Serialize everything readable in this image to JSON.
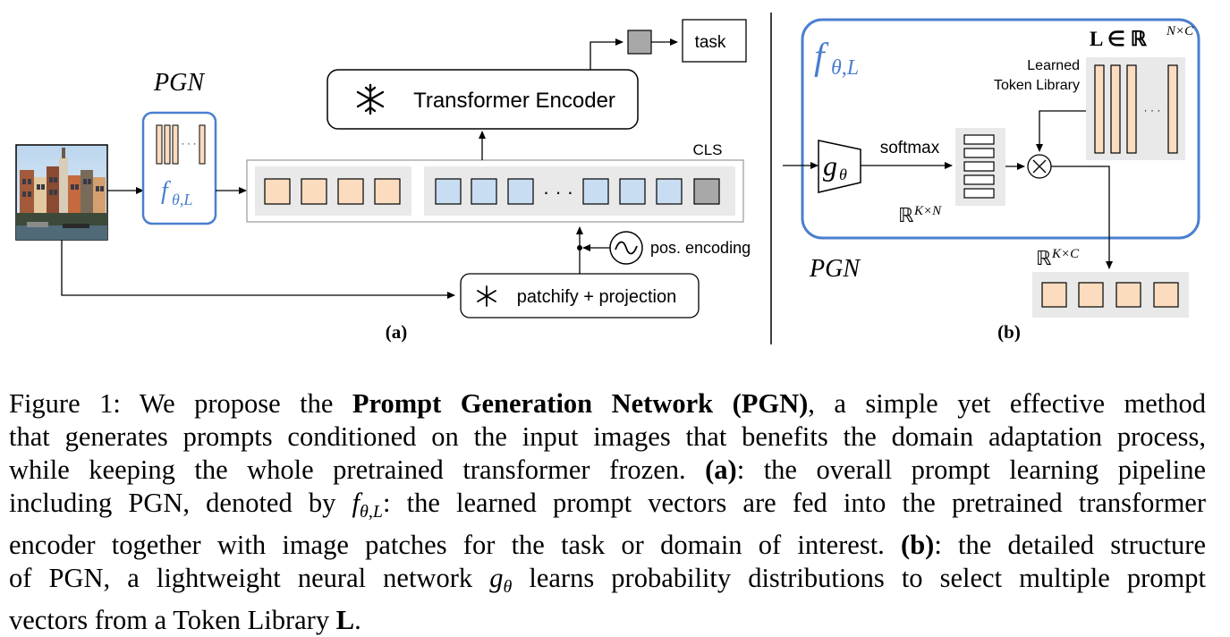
{
  "panel_a": {
    "pgn_label": "PGN",
    "f_symbol": "f",
    "f_subscript": "θ,L",
    "cls_label": "CLS",
    "transformer_label": "Transformer Encoder",
    "task_label": "task",
    "pos_encoding_label": "pos. encoding",
    "patchify_label": "patchify + projection",
    "dots": "· · ·",
    "panel_label": "(a)"
  },
  "panel_b": {
    "f_symbol": "f",
    "f_subscript": "θ,L",
    "g_symbol": "g",
    "g_subscript": "θ",
    "softmax_label": "softmax",
    "library_formula_base": "L ∈ ℝ",
    "library_formula_exp": "N×C",
    "learned_label_line1": "Learned",
    "learned_label_line2": "Token Library",
    "rkn_base": "ℝ",
    "rkn_exp": "K×N",
    "rkc_base": "ℝ",
    "rkc_exp": "K×C",
    "pgn_label": "PGN",
    "panel_label": "(b)",
    "dots": "· · ·"
  },
  "caption": {
    "l1_a": "Figure 1:  We propose the ",
    "l1_b": "Prompt Generation Network (PGN)",
    "l1_c": ", a simple yet effective method",
    "l2": "that generates prompts conditioned on the input images that benefits the domain adaptation process,",
    "l3_a": "while keeping the whole pretrained transformer frozen. ",
    "l3_b": "(a)",
    "l3_c": ": the overall prompt learning pipeline",
    "l4_a": "including PGN, denoted by ",
    "l4_f": "f",
    "l4_sub": "θ,L",
    "l4_b": ": the learned prompt vectors are fed into the pretrained transformer",
    "l5_a": "encoder together with image patches for the task or domain of interest. ",
    "l5_b": "(b)",
    "l5_c": ": the detailed structure",
    "l6_a": "of PGN, a lightweight neural network ",
    "l6_g": "g",
    "l6_sub": "θ",
    "l6_b": " learns probability distributions to select multiple prompt",
    "l7_a": "vectors from a Token Library ",
    "l7_b": "L",
    "l7_c": "."
  },
  "colors": {
    "prompt_fill": "#fbdcbf",
    "patch_fill": "#c9ddf2",
    "cls_fill": "#a8a8a8",
    "pgn_blue": "#4a7fcf",
    "panel_gray": "#e9e9e9"
  }
}
